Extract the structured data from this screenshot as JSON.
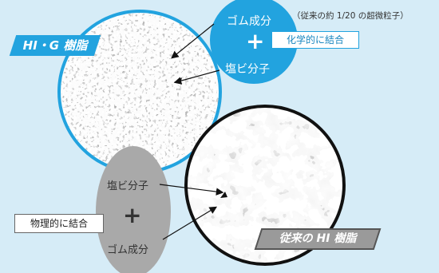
{
  "colors": {
    "background": "#d6ecf7",
    "accent_blue": "#22a3df",
    "gray_blob": "#a9a9a9"
  },
  "top_group": {
    "rubber_label": "ゴム成分",
    "plus": "+",
    "pvc_label": "塩ビ分子",
    "bond_label": "化学的に結合",
    "note": "（従来の約 1/20 の超微粒子）",
    "product_tag": "HI・G 樹脂"
  },
  "bottom_group": {
    "pvc_label": "塩ビ分子",
    "plus": "+",
    "rubber_label": "ゴム成分",
    "bond_label": "物理的に結合",
    "product_tag": "従来の HI 樹脂"
  }
}
